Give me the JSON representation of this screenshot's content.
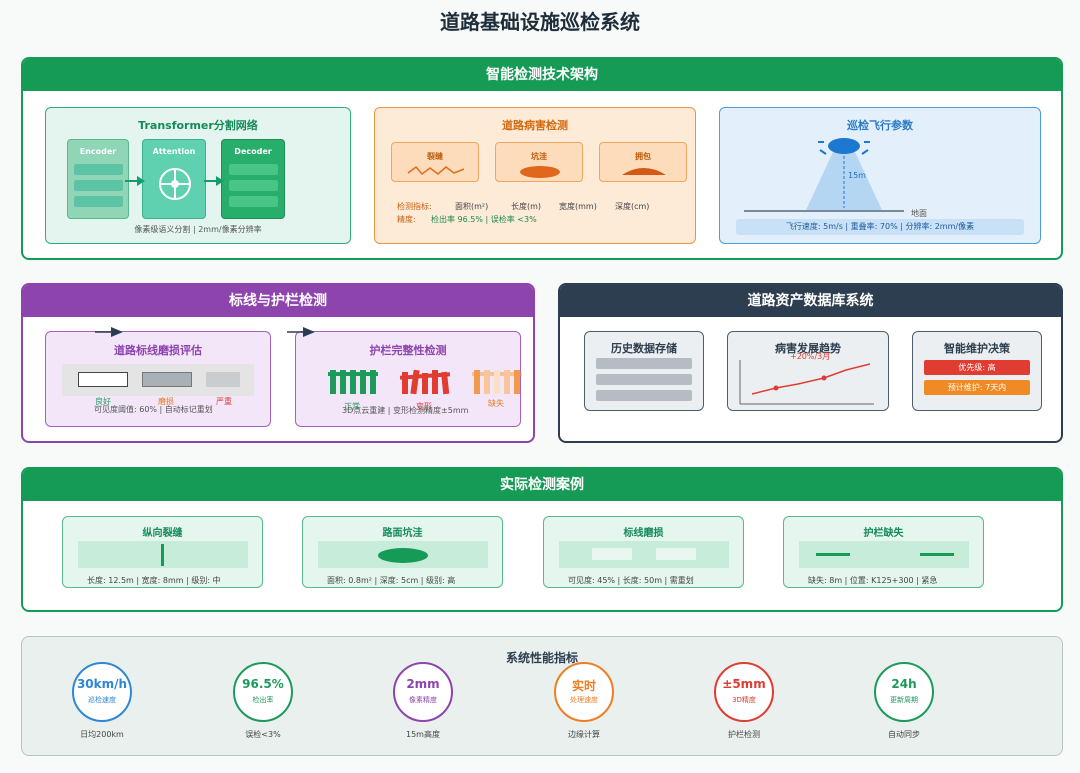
{
  "page_title": "道路基础设施巡检系统",
  "colors": {
    "green": "#159b56",
    "orange": "#ef8a2c",
    "blue": "#3b8fe0",
    "purple": "#8e44ad",
    "navy": "#2d3e50",
    "red": "#e03c31",
    "teal": "#1fa884"
  },
  "arch": {
    "header": "智能检测技术架构",
    "transformer": {
      "title": "Transformer分割网络",
      "encoder": "Encoder",
      "attention": "Attention",
      "decoder": "Decoder",
      "caption": "像素级语义分割 | 2mm/像素分辨率"
    },
    "disease": {
      "title": "道路病害检测",
      "types": [
        "裂缝",
        "坑洼",
        "拥包"
      ],
      "metrics_label": "检测指标:",
      "metrics": [
        "面积(m²)",
        "长度(m)",
        "宽度(mm)",
        "深度(cm)"
      ],
      "accuracy_label": "精度:",
      "accuracy_value": "检出率 96.5% | 误检率 <3%"
    },
    "flight": {
      "title": "巡检飞行参数",
      "height": "15m",
      "ground": "地面",
      "params": "飞行速度: 5m/s | 重叠率: 70% | 分辨率: 2mm/像素"
    }
  },
  "marking": {
    "header": "标线与护栏检测",
    "line": {
      "title": "道路标线磨损评估",
      "levels": [
        "良好",
        "磨损",
        "严重"
      ],
      "caption": "可见度阈值: 60% | 自动标记重划"
    },
    "guard": {
      "title": "护栏完整性检测",
      "states": [
        "正常",
        "变形",
        "缺失"
      ],
      "caption": "3D点云重建 | 变形检测精度±5mm"
    }
  },
  "database": {
    "header": "道路资产数据库系统",
    "history": {
      "title": "历史数据存储"
    },
    "trend": {
      "title": "病害发展趋势",
      "rate": "+20%/3月"
    },
    "decision": {
      "title": "智能维护决策",
      "priority": "优先级: 高",
      "schedule": "预计维护: 7天内"
    }
  },
  "cases": {
    "header": "实际检测案例",
    "items": [
      {
        "title": "纵向裂缝",
        "desc": "长度: 12.5m | 宽度: 8mm | 级别: 中"
      },
      {
        "title": "路面坑洼",
        "desc": "面积: 0.8m² | 深度: 5cm | 级别: 高"
      },
      {
        "title": "标线磨损",
        "desc": "可见度: 45% | 长度: 50m | 需重划"
      },
      {
        "title": "护栏缺失",
        "desc": "缺失: 8m | 位置: K125+300 | 紧急"
      }
    ]
  },
  "performance": {
    "header": "系统性能指标",
    "metrics": [
      {
        "value": "30km/h",
        "label": "巡检速度",
        "note": "日均200km",
        "color": "#2f86d6"
      },
      {
        "value": "96.5%",
        "label": "检出率",
        "note": "误检<3%",
        "color": "#1c9a5b"
      },
      {
        "value": "2mm",
        "label": "像素精度",
        "note": "15m高度",
        "color": "#8e44ad"
      },
      {
        "value": "实时",
        "label": "处理速度",
        "note": "边缘计算",
        "color": "#ef7d22"
      },
      {
        "value": "±5mm",
        "label": "3D精度",
        "note": "护栏检测",
        "color": "#e03c31"
      },
      {
        "value": "24h",
        "label": "更新周期",
        "note": "自动同步",
        "color": "#1c9a5b"
      }
    ]
  }
}
